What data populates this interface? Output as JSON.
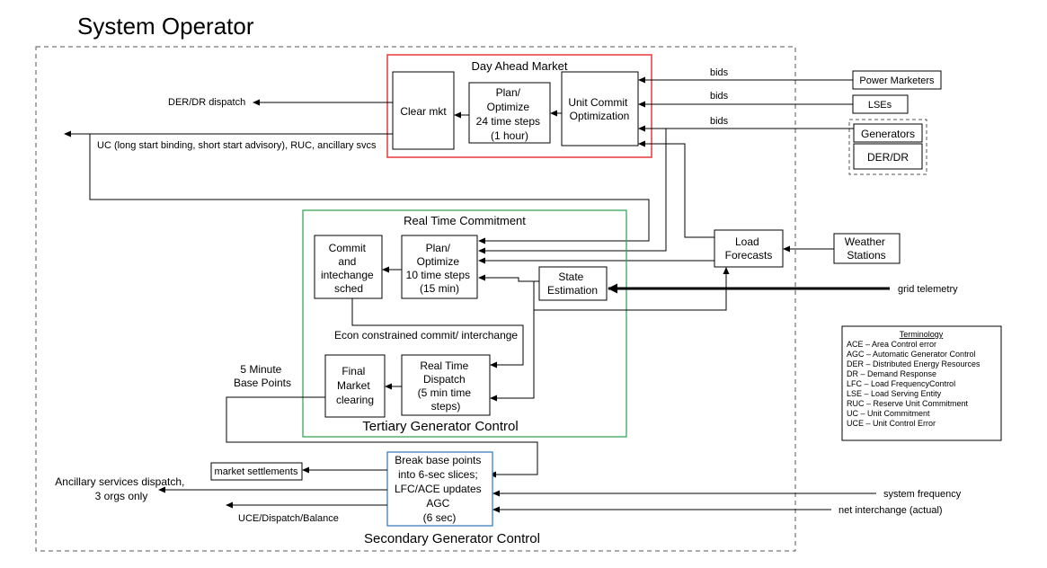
{
  "title": "System Operator",
  "day_ahead": {
    "heading": "Day Ahead Market",
    "clear": "Clear mkt",
    "plan": [
      "Plan/",
      "Optimize",
      "24 time steps",
      "(1 hour)"
    ],
    "unit_commit": [
      "Unit Commit",
      "Optimization"
    ]
  },
  "bids_label": "bids",
  "inputs": {
    "power_marketers": "Power Marketers",
    "lses": "LSEs",
    "generators": "Generators",
    "derdr": "DER/DR",
    "weather": [
      "Weather",
      "Stations"
    ],
    "load_forecasts": [
      "Load",
      "Forecasts"
    ]
  },
  "outputs": {
    "der_dispatch": "DER/DR dispatch",
    "uc": "UC (long start binding, short start advisory), RUC, ancillary svcs",
    "base_points": [
      "5 Minute",
      "Base Points"
    ],
    "market_settlements": "market settlements",
    "ancillary": [
      "Ancillary services dispatch,",
      "3 orgs only"
    ],
    "uce": "UCE/Dispatch/Balance",
    "grid_telemetry": "grid telemetry",
    "system_frequency": "system frequency",
    "net_interchange": "net interchange (actual)"
  },
  "real_time": {
    "heading": "Real Time Commitment",
    "commit": [
      "Commit",
      "and",
      "intechange",
      "sched"
    ],
    "plan": [
      "Plan/",
      "Optimize",
      "10 time steps",
      "(15 min)"
    ],
    "state": [
      "State",
      "Estimation"
    ],
    "econ": "Econ constrained commit/ interchange",
    "final": [
      "Final",
      "Market",
      "clearing"
    ],
    "rtd": [
      "Real Time",
      "Dispatch",
      "(5 min time",
      "steps)"
    ],
    "tertiary": "Tertiary Generator Control"
  },
  "secondary": {
    "box": [
      "Break base points",
      "into 6-sec slices;",
      "LFC/ACE updates",
      "AGC",
      "(6 sec)"
    ],
    "label": "Secondary Generator Control"
  },
  "terminology": {
    "heading": "Terminology",
    "items": [
      "ACE – Area Control error",
      "AGC – Automatic Generator Control",
      "DER – Distributed Energy Resources",
      "DR – Demand Response",
      "LFC – Load FrequencyControl",
      "LSE – Load Serving Entity",
      "RUC – Reserve Unit Commitment",
      "UC – Unit Commitment",
      "UCE – Unit Control Error"
    ]
  },
  "colors": {
    "day_ahead_border": "#e8393a",
    "real_time_border": "#3aa65a",
    "secondary_border": "#3d7fc1"
  }
}
